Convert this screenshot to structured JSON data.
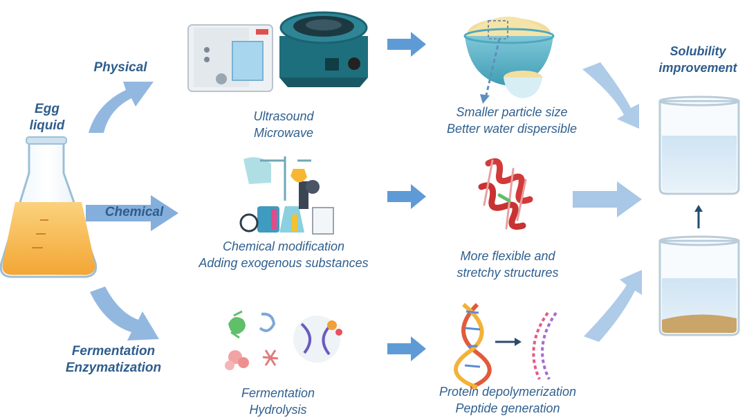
{
  "source": {
    "lines": [
      "Egg",
      "liquid"
    ]
  },
  "routes": {
    "physical": "Physical",
    "chemical": "Chemical",
    "fermentation": [
      "Fermentation",
      "Enzymatization"
    ]
  },
  "methods": {
    "physical": [
      "Ultrasound",
      "Microwave"
    ],
    "chemical": [
      "Chemical modification",
      "Adding exogenous substances"
    ],
    "fermentation": [
      "Fermentation",
      "Hydrolysis"
    ]
  },
  "effects": {
    "physical": [
      "Smaller particle size",
      "Better water dispersible"
    ],
    "chemical": [
      "More flexible and",
      "stretchy structures"
    ],
    "fermentation": [
      "Protein depolymerization",
      "Peptide generation"
    ]
  },
  "outcome": {
    "lines": [
      "Solubility",
      "improvement"
    ]
  },
  "colors": {
    "arrow": "#6fa0d6",
    "text": "#2f5f8f",
    "liquid_orange": "#f5b54a",
    "helix_red": "#d23a3a"
  }
}
